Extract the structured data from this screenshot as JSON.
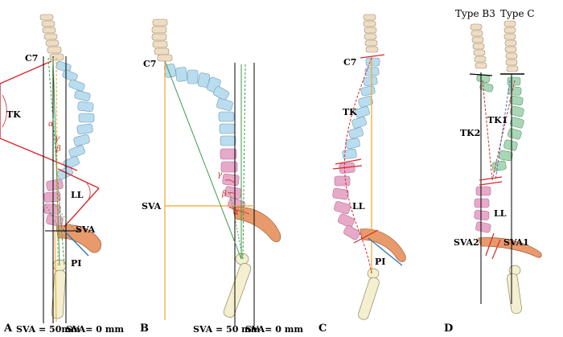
{
  "panels": {
    "a": {
      "letter": "A",
      "labels": {
        "c7": "C7",
        "tk": "TK",
        "ll": "LL",
        "sva": "SVA",
        "pi": "PI",
        "sva_note_1": "SVA = 50mm",
        "sva_note_2": "SVA= 0 mm",
        "greek_1": "α",
        "greek_2": "γ",
        "greek_3": "β"
      }
    },
    "b": {
      "letter": "B",
      "labels": {
        "c7": "C7",
        "sva": "SVA",
        "sva_note_1": "SVA = 50 mm",
        "sva_note_2": "SVA= 0 mm",
        "greek_1": "γ",
        "greek_2": "β",
        "greek_3": "α"
      }
    },
    "c": {
      "letter": "C",
      "labels": {
        "c7": "C7",
        "tk": "TK",
        "ll": "LL",
        "pi": "PI"
      }
    },
    "d": {
      "letter": "D",
      "labels": {
        "type_b3": "Type B3",
        "type_c": "Type C",
        "tk1": "TK1",
        "tk2": "TK2",
        "ll": "LL",
        "sva1": "SVA1",
        "sva2": "SVA2"
      }
    }
  },
  "colors": {
    "cervical": "#efdcc2",
    "thoracic": "#b9dcee",
    "lumbar": "#e7a9c9",
    "sacrum": "#f3c6b0",
    "pelvis": "#e89a6c",
    "femur": "#f4efcf",
    "red_line": "#d6282b",
    "green_line": "#3d9a4b",
    "orange_line": "#f0a52b",
    "blue_line": "#2c7ab8",
    "green_vertebra": "#a9d6b5"
  }
}
